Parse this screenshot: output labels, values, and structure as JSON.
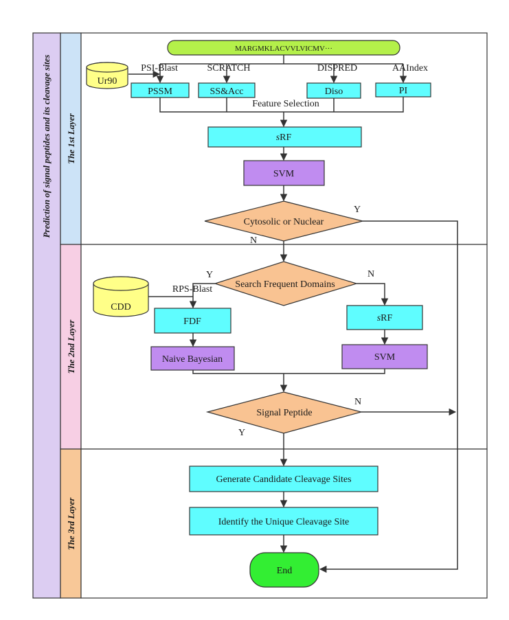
{
  "side_title": "Prediction of signal peptides and its cleavage sites",
  "layers": [
    {
      "label": "The 1st Layer",
      "color": "#cce3f7"
    },
    {
      "label": "The 2nd Layer",
      "color": "#f7cfe4"
    },
    {
      "label": "The 3rd Layer",
      "color": "#f8c898"
    }
  ],
  "colors": {
    "outer_band": "#dccdf2",
    "sequence": "#b4f04a",
    "process": "#5ffdff",
    "classifier": "#c08cf0",
    "decision": "#f9c392",
    "database": "#ffff88",
    "end": "#33ee33"
  },
  "nodes": {
    "sequence": "MARGMKLACVVLVICMV···",
    "ur90": "Ur90",
    "pssm": "PSSM",
    "ssacc": "SS&Acc",
    "diso": "Diso",
    "pi": "PI",
    "srf1_prefix": "s",
    "srf1_suffix": "RF",
    "svm1": "SVM",
    "cyto": "Cytosolic or Nuclear",
    "search": "Search Frequent Domains",
    "cdd": "CDD",
    "fdf": "FDF",
    "srf2_prefix": "s",
    "srf2_suffix": "RF",
    "naive": "Naive Bayesian",
    "svm2": "SVM",
    "signal": "Signal Peptide",
    "generate": "Generate Candidate Cleavage Sites",
    "identify": "Identify the Unique Cleavage Site",
    "end": "End"
  },
  "edge_labels": {
    "psi_blast": "PSI-Blast",
    "scratch": "SCRATCH",
    "dispred": "DISPRED",
    "aaindex": "AAIndex",
    "feature_selection": "Feature Selection",
    "cyto_y": "Y",
    "cyto_n": "N",
    "search_y": "Y",
    "search_n": "N",
    "rps_blast": "RPS-Blast",
    "signal_n": "N",
    "signal_y": "Y"
  }
}
